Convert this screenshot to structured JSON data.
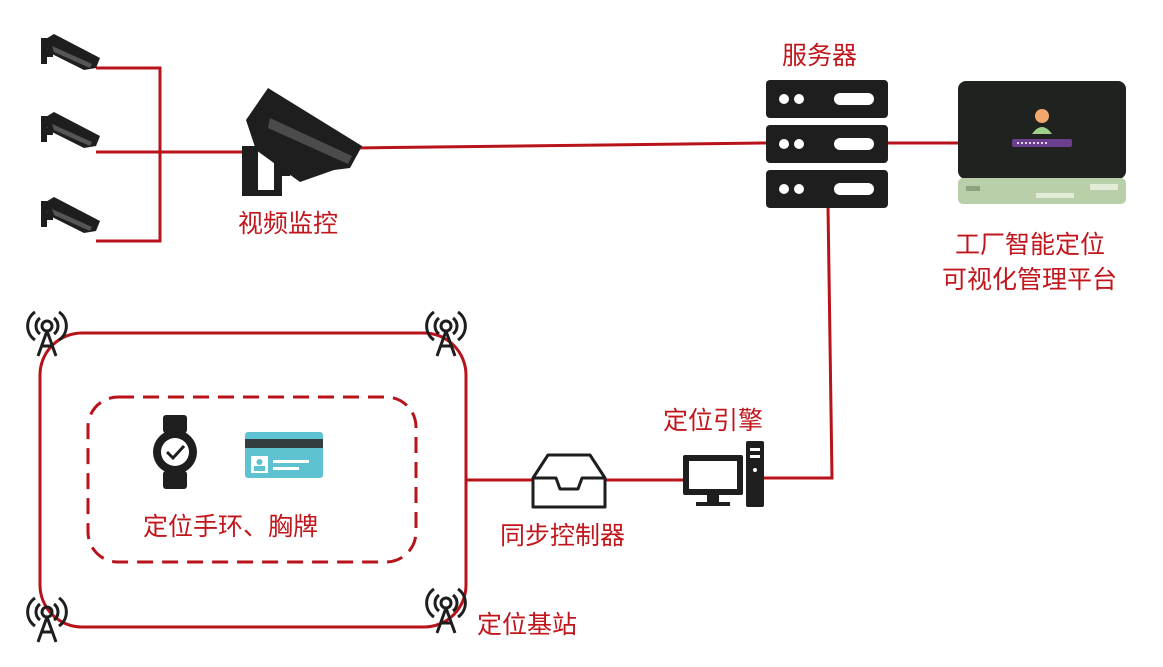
{
  "labels": {
    "video_monitoring": "视频监控",
    "server": "服务器",
    "platform_line1": "工厂智能定位",
    "platform_line2": "可视化管理平台",
    "positioning_engine": "定位引擎",
    "sync_controller": "同步控制器",
    "wristband_badge": "定位手环、胸牌",
    "base_station": "定位基站"
  },
  "colors": {
    "link_line": "#b8121b",
    "label_text": "#c0161c",
    "icon_dark": "#1e1e1e",
    "screen_bg": "#1f221f",
    "laptop_base": "#b9cfa9",
    "login_bar": "#6a3f8e",
    "badge_teal": "#5fc2d0"
  },
  "icons": [
    "cctv-camera-icon",
    "server-rack-icon",
    "laptop-icon",
    "desktop-computer-icon",
    "inbox-tray-icon",
    "smartwatch-icon",
    "id-badge-icon",
    "radio-tower-icon"
  ]
}
